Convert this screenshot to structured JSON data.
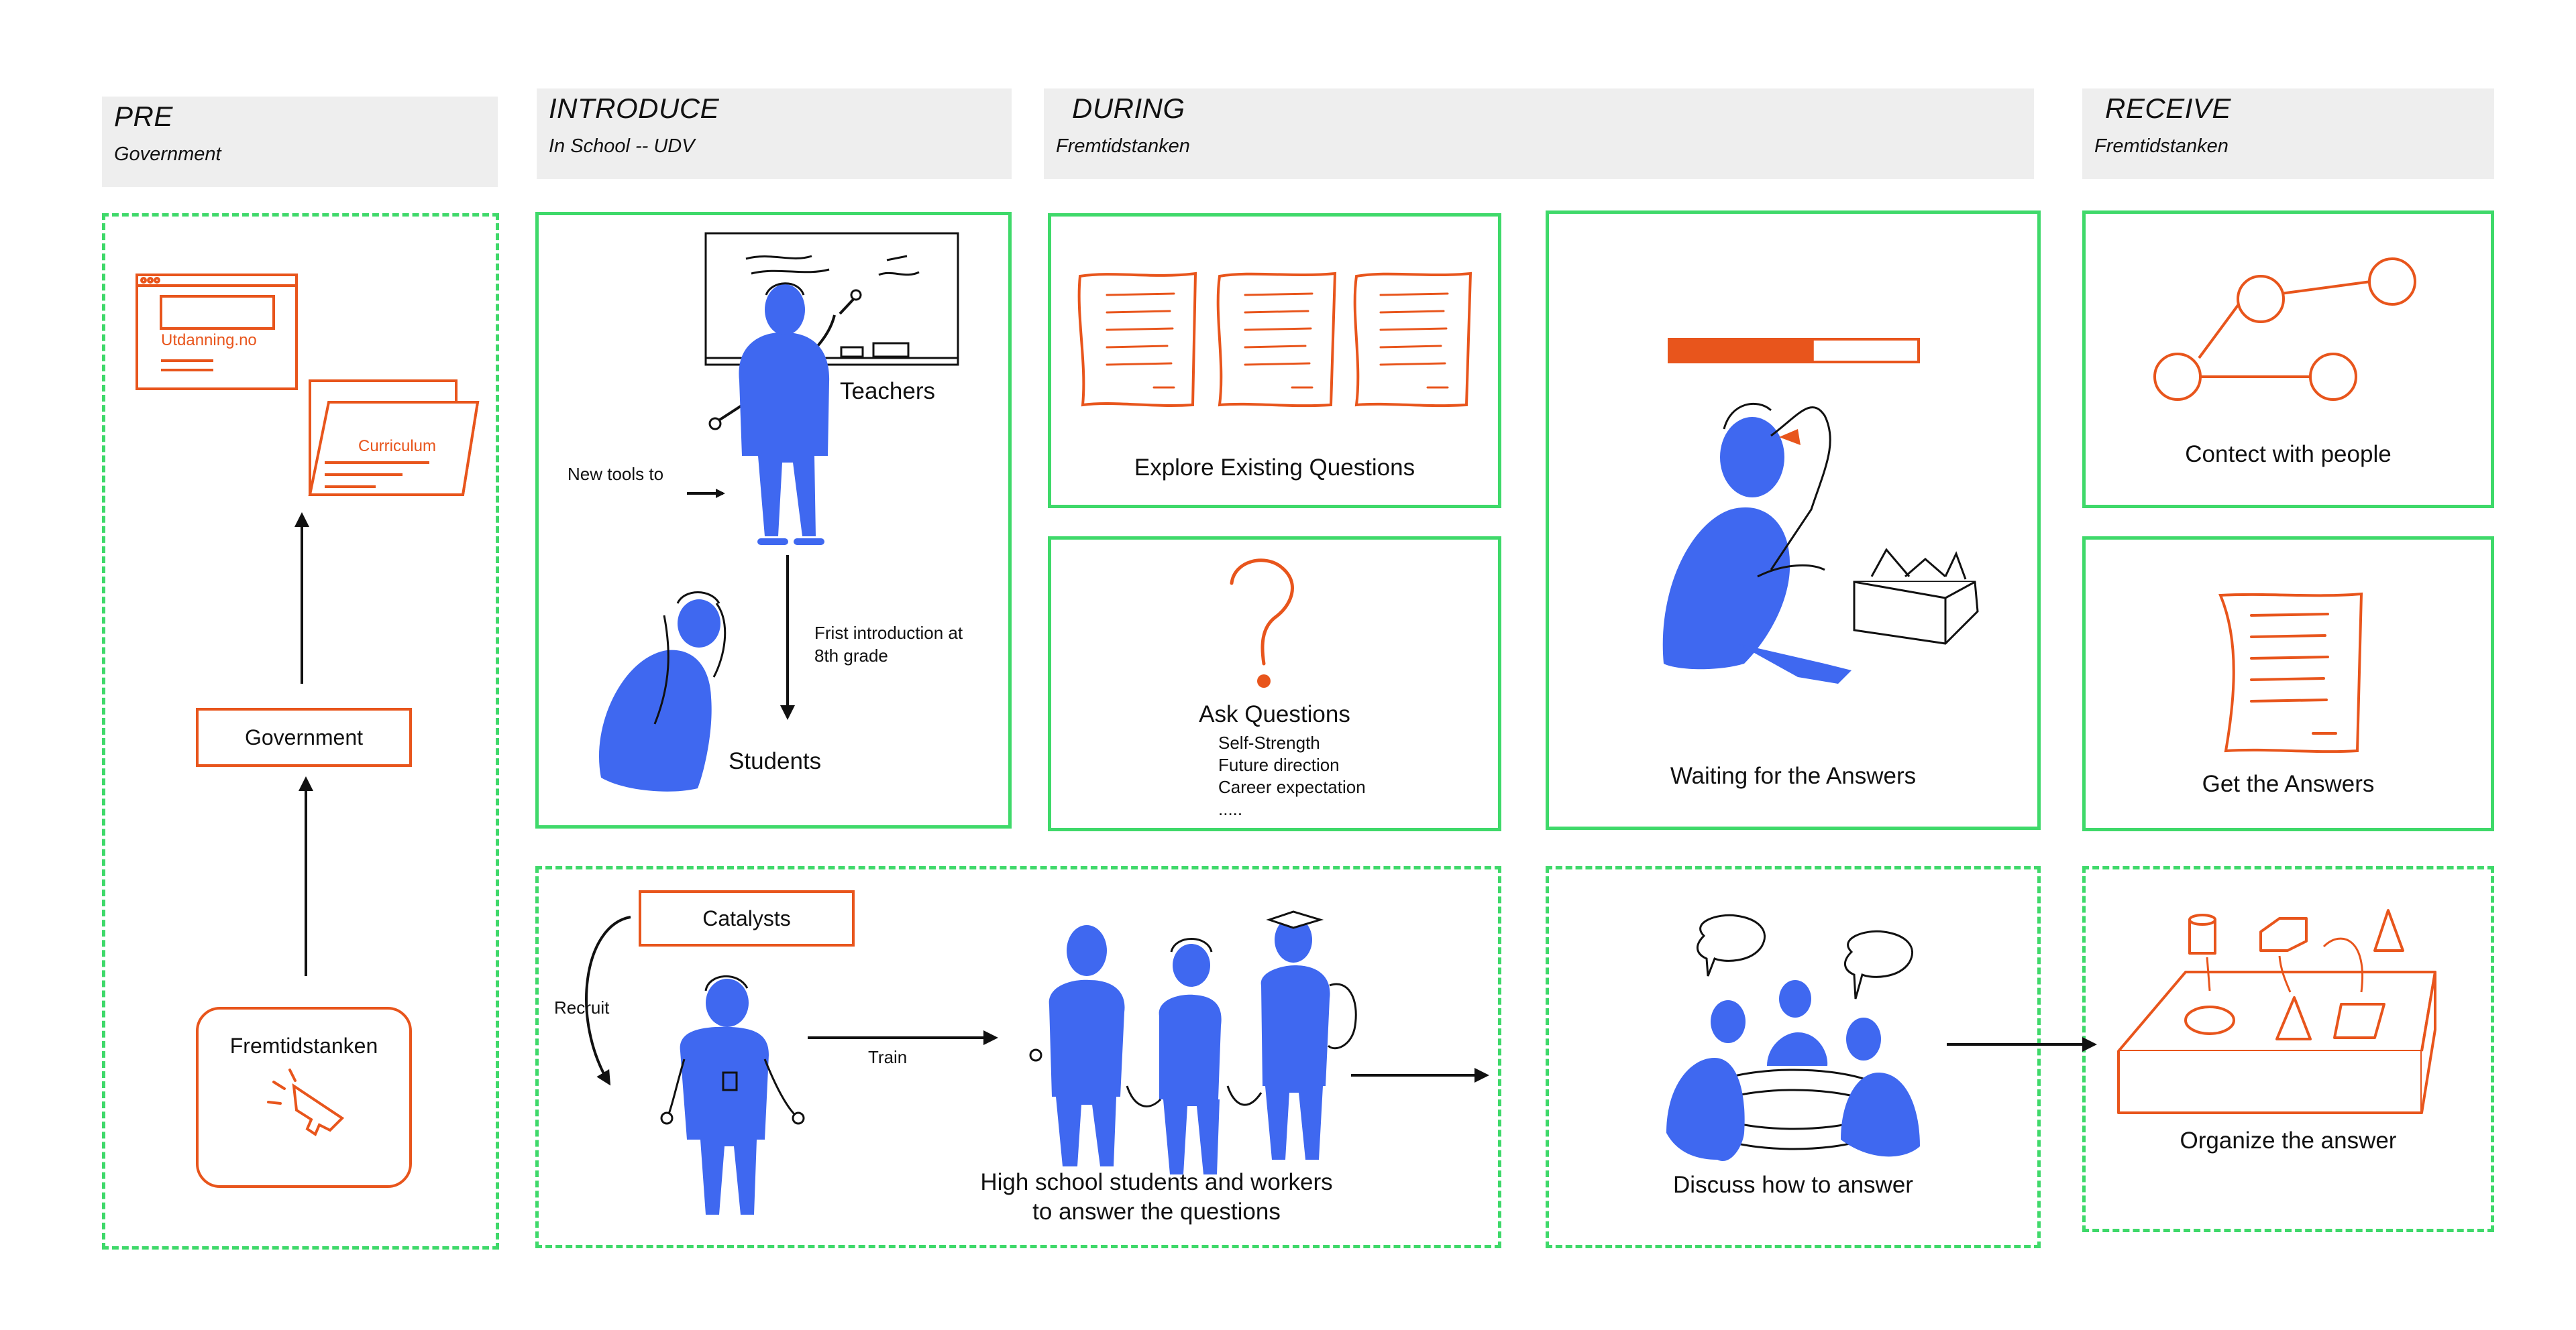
{
  "phases": [
    {
      "title": "PRE",
      "subtitle": "Government"
    },
    {
      "title": "INTRODUCE",
      "subtitle": "In School -- UDV"
    },
    {
      "title": "DURING",
      "subtitle": "Fremtidstanken"
    },
    {
      "title": "RECEIVE",
      "subtitle": "Fremtidstanken"
    }
  ],
  "pre": {
    "website_label": "Utdanning.no",
    "curriculum_label": "Curriculum",
    "government_box": "Government",
    "origin_box": "Fremtidstanken"
  },
  "introduce": {
    "teachers": "Teachers",
    "new_tools": "New tools to",
    "first_intro": "Frist introduction at\n8th grade",
    "students": "Students"
  },
  "during": {
    "explore": "Explore Existing Questions",
    "ask": "Ask Questions",
    "ask_items": [
      "Self-Strength",
      "Future direction",
      "Career expectation",
      "....."
    ],
    "waiting": "Waiting for the Answers",
    "waiting_progress": 0.58
  },
  "catalysts": {
    "box": "Catalysts",
    "recruit": "Recruit",
    "train": "Train",
    "caption": "High school students and workers\nto answer the questions"
  },
  "discuss": {
    "label": "Discuss how to answer"
  },
  "receive": {
    "connect": "Contect with people",
    "get_answers": "Get the Answers",
    "organize": "Organize the answer"
  },
  "colors": {
    "accent": "#e8551c",
    "figure": "#3f68f0",
    "frame": "#3fd96a",
    "phase_bg": "#eeeeee"
  }
}
